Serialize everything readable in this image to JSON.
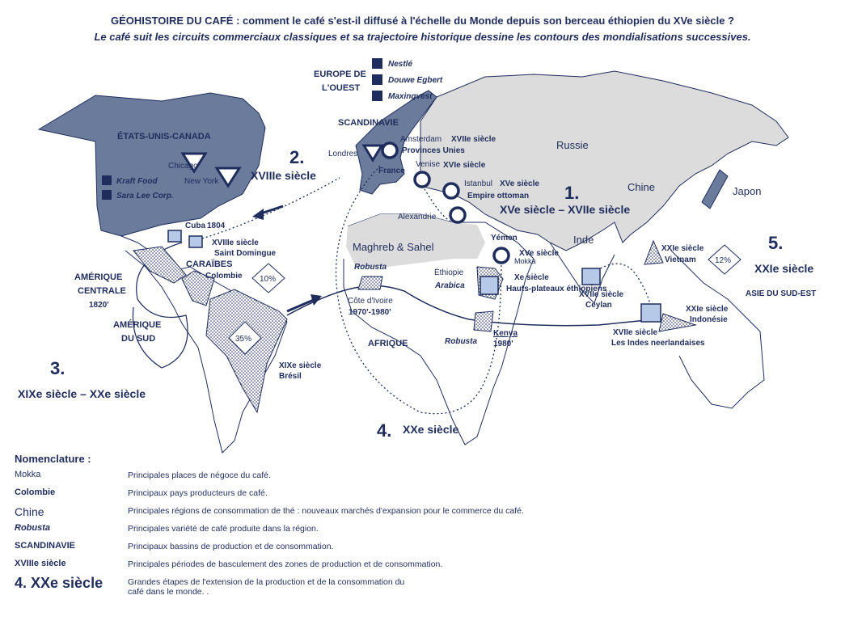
{
  "title": {
    "line1": "GÉOHISTOIRE DU CAFÉ : comment le café s'est-il diffusé à l'échelle du Monde depuis son berceau éthiopien du XVe siècle ?",
    "line2": "Le café suit les circuits commerciaux classiques et sa trajectoire historique dessine les contours des mondialisations successives."
  },
  "regions": {
    "europe_ouest": "EUROPE DE L'OUEST",
    "scandinavie": "SCANDINAVIE",
    "etats_unis": "ÉTATS-UNIS-CANADA",
    "russie": "Russie",
    "chine": "Chine",
    "japon": "Japon",
    "inde": "Inde",
    "maghreb": "Maghreb & Sahel",
    "afrique": "AFRIQUE",
    "amerique_centrale": "AMÉRIQUE CENTRALE",
    "amerique_sud": "AMÉRIQUE DU SUD",
    "caraibes": "CARAÏBES",
    "asie_se": "ASIE DU SUD-EST"
  },
  "companies": {
    "europe": [
      "Nestlé",
      "Douwe Egbert",
      "Maxingvest"
    ],
    "usa": [
      "Kraft Food",
      "Sara Lee Corp."
    ]
  },
  "places": {
    "chicago": "Chicago",
    "new_york": "New York",
    "londres": "Londres",
    "amsterdam": "Amsterdam",
    "provinces_unies": "Provinces Unies",
    "france": "France",
    "venise": "Venise",
    "istanbul": "Istanbul",
    "empire_ottoman": "Empire ottoman",
    "alexandrie": "Alexandrie",
    "yemen": "Yémen",
    "mokka": "Mokka",
    "ethiopie": "Éthiopie",
    "arabica": "Arabica",
    "hauts_plateaux": "Hauts-plateaux éthiopiens",
    "x_siecle": "Xe siècle",
    "kenya": "Kenya",
    "kenya_date": "1980'",
    "robusta": "Robusta",
    "cote_ivoire": "Côte d'Ivoire",
    "ci_dates": "1970'-1980'",
    "cuba": "Cuba",
    "cuba_date": "1804",
    "saint_domingue": "Saint Domingue",
    "colombie": "Colombie",
    "bresil": "Brésil",
    "ceylan": "Ceylan",
    "vietnam": "Vietnam",
    "indonesie": "Indonésie",
    "indes_neer": "Les Indes neerlandaises",
    "date_1820": "1820'"
  },
  "centuries": {
    "c17": "XVIIe siècle",
    "c16": "XVIe siècle",
    "c15": "XVe siècle",
    "c18": "XVIIIe siècle",
    "c19": "XIXe siècle",
    "c21": "XXIe siècle"
  },
  "shares": {
    "bresil": "35%",
    "colombie": "10%",
    "vietnam": "12%"
  },
  "periods": [
    {
      "num": "1.",
      "label": "XVe siècle – XVIIe siècle"
    },
    {
      "num": "2.",
      "label": "XVIIIe siècle"
    },
    {
      "num": "3.",
      "label": "XIXe siècle – XXe siècle"
    },
    {
      "num": "4.",
      "label": "XXe siècle"
    },
    {
      "num": "5.",
      "label": "XXIe siècle"
    }
  ],
  "legend": {
    "heading": "Nomenclature :",
    "rows": [
      {
        "term": "Mokka",
        "desc": "Principales places de négoce du café."
      },
      {
        "term": "Colombie",
        "desc": "Principaux pays producteurs de café."
      },
      {
        "term": "Chine",
        "desc": "Principales régions de consommation de thé : nouveaux marchés d'expansion pour le commerce du café."
      },
      {
        "term": "Robusta",
        "desc": "Principales variété de café produite dans la région."
      },
      {
        "term": "SCANDINAVIE",
        "desc": "Principaux bassins de production et de consommation."
      },
      {
        "term": "XVIIIe siècle",
        "desc": "Principales périodes de basculement des zones de production et de consommation."
      },
      {
        "term": "4. XXe siècle",
        "desc": "Grandes étapes de l'extension de la production et de la consommation du café dans le monde. ."
      }
    ]
  },
  "colors": {
    "navy": "#1f2d5c",
    "land": "#dcdcdc",
    "block": "#6b7b9b",
    "square": "#b7c9e8"
  }
}
